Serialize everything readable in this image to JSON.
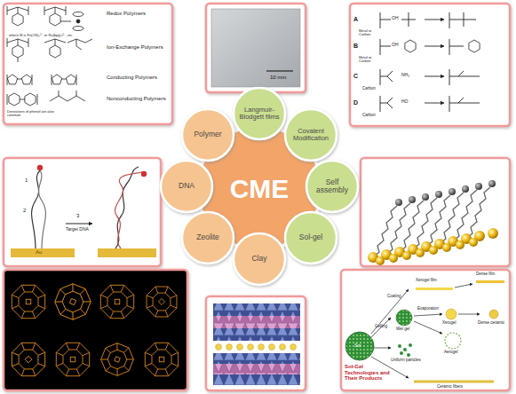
{
  "diagram": {
    "nodes": [
      {
        "text": [
          "Langmuir-Blodgett films"
        ]
      },
      {
        "text": [
          "Polymer"
        ]
      },
      {
        "text": [
          "Covalent Modification"
        ]
      },
      {
        "text": [
          "DNA"
        ]
      },
      {
        "text": [
          "CME"
        ]
      },
      {
        "text": [
          "Self assembly"
        ]
      },
      {
        "text": [
          "Zeolite"
        ]
      },
      {
        "text": [
          "Sol-gel"
        ]
      },
      {
        "text": [
          "Clay"
        ]
      }
    ],
    "labels": [
      "Redox Polymers",
      "where M is Fe(CN)₆³⁻ or Ru(bpy)₃²⁺, etc.",
      "Ion-Exchange Polymers",
      "Conducting Polymers",
      "Nonconducting Polymers",
      "Derivatives of phenol are also common",
      "10 mm",
      "A",
      "B",
      "C",
      "D",
      "Metal or Carbon",
      "Metal or Carbon",
      "Carbon",
      "Carbon",
      "OH",
      "OH",
      "NH₂",
      "HO",
      "1",
      "2",
      "3",
      "Target DNA",
      "Au",
      "Sol-Gel Technologies and Their Products",
      "Sol",
      "Xerogel film",
      "Dense film",
      "Wet gel",
      "Xerogel",
      "Dense ceramic",
      "Uniform particles",
      "Aerogel",
      "Ceramic fibers",
      "Coating",
      "Gelling",
      "Evaporation"
    ]
  }
}
